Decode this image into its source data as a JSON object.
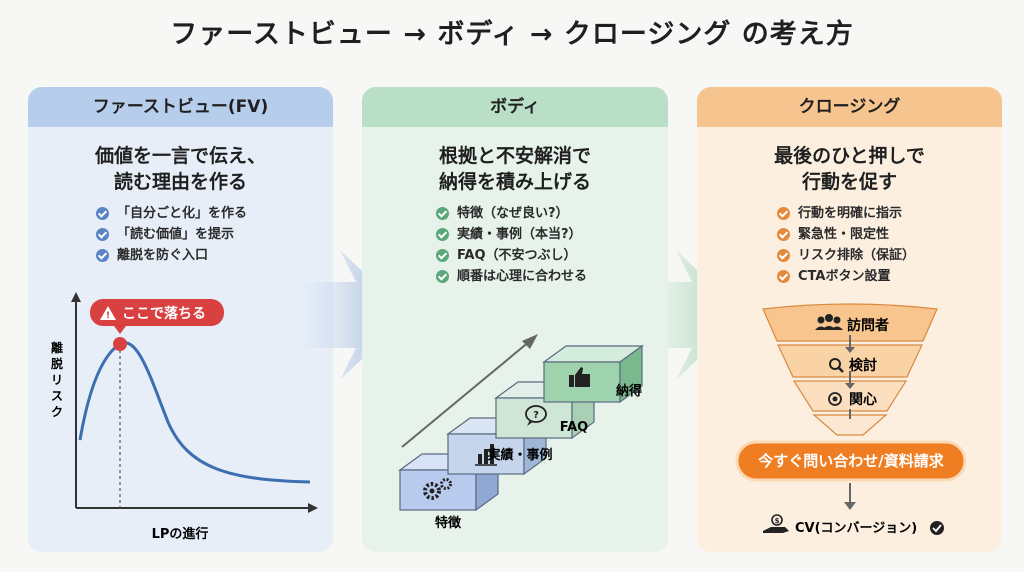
{
  "title": "ファーストビュー → ボディ → クロージング の考え方",
  "columns": {
    "fv": {
      "header": "ファーストビュー(FV)",
      "lead_line1": "価値を一言で伝え、",
      "lead_line2": "読む理由を作る",
      "checks": [
        "「自分ごと化」を作る",
        "「読む価値」を提示",
        "離脱を防ぐ入口"
      ],
      "chart": {
        "alert": "ここで落ちる",
        "ylabel_line1": "離",
        "ylabel_line2": "脱",
        "ylabel_line3": "リ",
        "ylabel_line4": "ス",
        "ylabel_line5": "ク",
        "xlabel": "LPの進行"
      }
    },
    "body": {
      "header": "ボディ",
      "lead_line1": "根拠と不安解消で",
      "lead_line2": "納得を積み上げる",
      "checks": [
        "特徴（なぜ良い?）",
        "実績・事例（本当?）",
        "FAQ（不安つぶし）",
        "順番は心理に合わせる"
      ],
      "steps": [
        "特徴",
        "実績・事例",
        "FAQ",
        "納得"
      ]
    },
    "closing": {
      "header": "クロージング",
      "lead_line1": "最後のひと押しで",
      "lead_line2": "行動を促す",
      "checks": [
        "行動を明確に指示",
        "緊急性・限定性",
        "リスク排除（保証）",
        "CTAボタン設置"
      ],
      "funnel": [
        "訪問者",
        "検討",
        "関心"
      ],
      "cta": "今すぐ問い合わせ/資料請求",
      "cv": "CV(コンバージョン)"
    }
  },
  "colors": {
    "fv_accent": "#5b84c4",
    "body_accent": "#5aa77a",
    "closing_accent": "#e48a3c",
    "alert_red": "#d94040"
  }
}
